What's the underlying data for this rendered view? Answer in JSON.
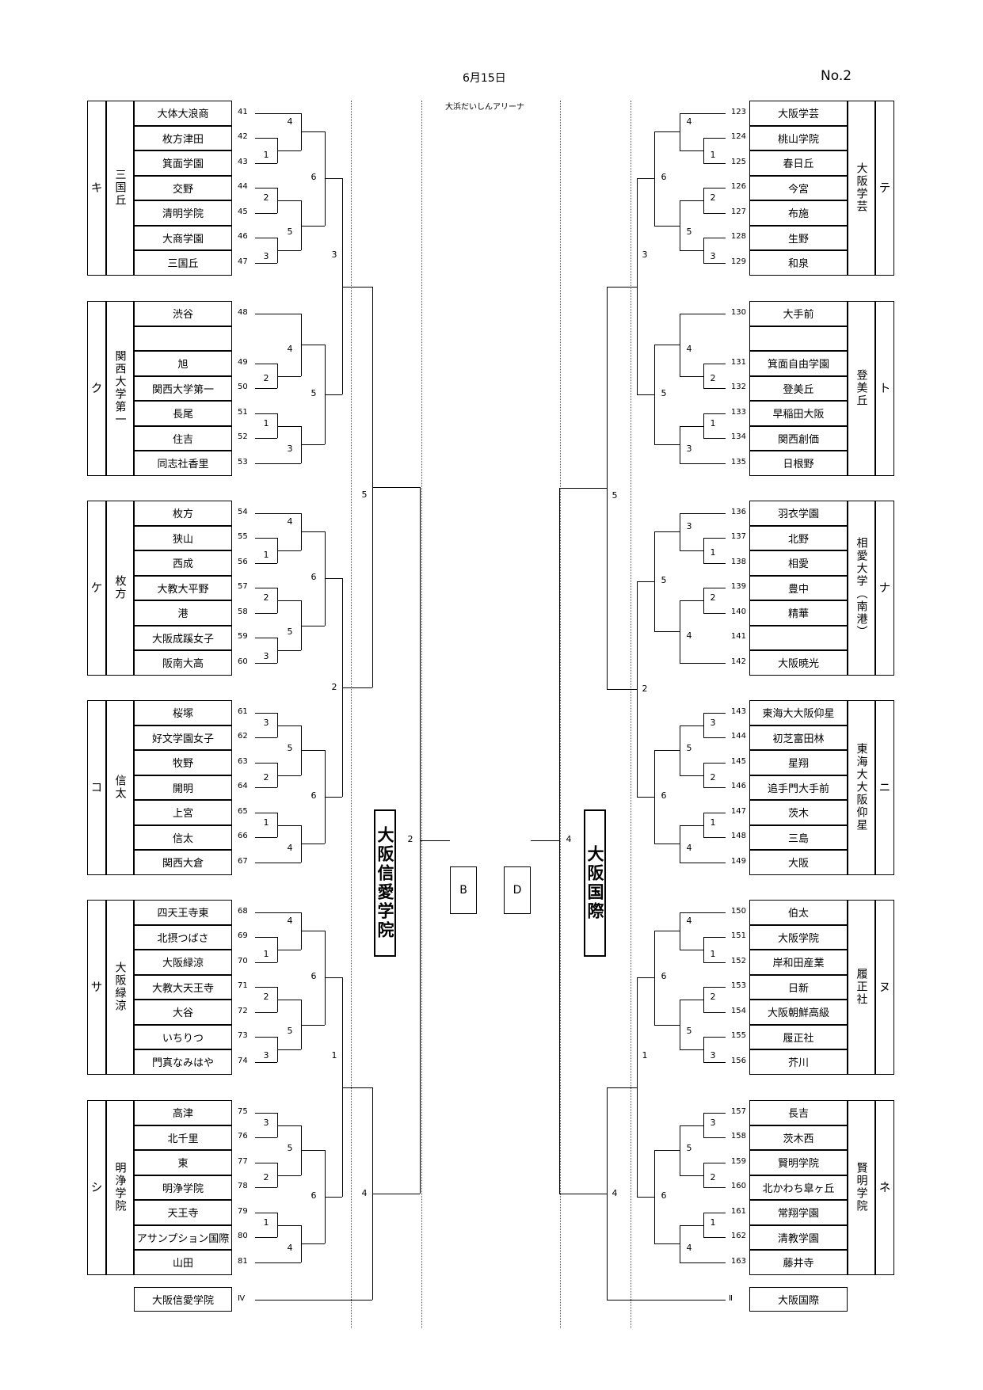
{
  "header": {
    "date": "6月15日",
    "page": "No.2",
    "venue": "大浜だいしんアリーナ"
  },
  "left_groups": [
    {
      "letter": "キ",
      "host": "三国丘",
      "teams": [
        [
          "41",
          "大体大浪商"
        ],
        [
          "42",
          "枚方津田"
        ],
        [
          "43",
          "箕面学園"
        ],
        [
          "44",
          "交野"
        ],
        [
          "45",
          "清明学院"
        ],
        [
          "46",
          "大商学園"
        ],
        [
          "47",
          "三国丘"
        ]
      ],
      "rounds": [
        "4",
        "1",
        "6",
        "2",
        "5",
        "3"
      ]
    },
    {
      "letter": "ク",
      "host": "関西大学第一",
      "teams": [
        [
          "48",
          "渋谷"
        ],
        [
          "",
          ""
        ],
        [
          "49",
          "旭"
        ],
        [
          "50",
          "関西大学第一"
        ],
        [
          "51",
          "長尾"
        ],
        [
          "52",
          "住吉"
        ],
        [
          "53",
          "同志社香里"
        ]
      ],
      "rounds": [
        "4",
        "2",
        "5",
        "1",
        "3"
      ]
    },
    {
      "letter": "ケ",
      "host": "枚方",
      "teams": [
        [
          "54",
          "枚方"
        ],
        [
          "55",
          "狭山"
        ],
        [
          "56",
          "西成"
        ],
        [
          "57",
          "大教大平野"
        ],
        [
          "58",
          "港"
        ],
        [
          "59",
          "大阪成蹊女子"
        ],
        [
          "60",
          "阪南大高"
        ]
      ],
      "rounds": [
        "4",
        "1",
        "6",
        "2",
        "5",
        "3"
      ]
    },
    {
      "letter": "コ",
      "host": "信太",
      "teams": [
        [
          "61",
          "桜塚"
        ],
        [
          "62",
          "好文学園女子"
        ],
        [
          "63",
          "牧野"
        ],
        [
          "64",
          "開明"
        ],
        [
          "65",
          "上宮"
        ],
        [
          "66",
          "信太"
        ],
        [
          "67",
          "関西大倉"
        ]
      ],
      "rounds": [
        "3",
        "5",
        "2",
        "6",
        "1",
        "4"
      ]
    },
    {
      "letter": "サ",
      "host": "大阪緑涼",
      "teams": [
        [
          "68",
          "四天王寺東"
        ],
        [
          "69",
          "北摂つばさ"
        ],
        [
          "70",
          "大阪緑涼"
        ],
        [
          "71",
          "大教大天王寺"
        ],
        [
          "72",
          "大谷"
        ],
        [
          "73",
          "いちりつ"
        ],
        [
          "74",
          "門真なみはや"
        ]
      ],
      "rounds": [
        "4",
        "1",
        "6",
        "2",
        "5",
        "3"
      ]
    },
    {
      "letter": "シ",
      "host": "明浄学院",
      "teams": [
        [
          "75",
          "高津"
        ],
        [
          "76",
          "北千里"
        ],
        [
          "77",
          "東"
        ],
        [
          "78",
          "明浄学院"
        ],
        [
          "79",
          "天王寺"
        ],
        [
          "80",
          "アサンプション国際"
        ],
        [
          "81",
          "山田"
        ]
      ],
      "rounds": [
        "3",
        "5",
        "2",
        "6",
        "1",
        "4"
      ]
    }
  ],
  "right_groups": [
    {
      "letter": "テ",
      "host": "大阪学芸",
      "teams": [
        [
          "123",
          "大阪学芸"
        ],
        [
          "124",
          "桃山学院"
        ],
        [
          "125",
          "春日丘"
        ],
        [
          "126",
          "今宮"
        ],
        [
          "127",
          "布施"
        ],
        [
          "128",
          "生野"
        ],
        [
          "129",
          "和泉"
        ]
      ],
      "rounds": [
        "4",
        "1",
        "6",
        "2",
        "5",
        "3"
      ]
    },
    {
      "letter": "ト",
      "host": "登美丘",
      "teams": [
        [
          "130",
          "大手前"
        ],
        [
          "",
          ""
        ],
        [
          "131",
          "箕面自由学園"
        ],
        [
          "132",
          "登美丘"
        ],
        [
          "133",
          "早稲田大阪"
        ],
        [
          "134",
          "関西創価"
        ],
        [
          "135",
          "日根野"
        ]
      ],
      "rounds": [
        "4",
        "2",
        "5",
        "1",
        "3"
      ]
    },
    {
      "letter": "ナ",
      "host": "相愛大学（南港）",
      "teams": [
        [
          "136",
          "羽衣学園"
        ],
        [
          "137",
          "北野"
        ],
        [
          "138",
          "相愛"
        ],
        [
          "139",
          "豊中"
        ],
        [
          "140",
          "精華"
        ],
        [
          "141",
          ""
        ],
        [
          "142",
          "大阪暁光"
        ]
      ],
      "rounds": [
        "3",
        "1",
        "5",
        "2",
        "4"
      ]
    },
    {
      "letter": "ニ",
      "host": "東海大大阪仰星",
      "teams": [
        [
          "143",
          "東海大大阪仰星"
        ],
        [
          "144",
          "初芝富田林"
        ],
        [
          "145",
          "星翔"
        ],
        [
          "146",
          "追手門大手前"
        ],
        [
          "147",
          "茨木"
        ],
        [
          "148",
          "三島"
        ],
        [
          "149",
          "大阪"
        ]
      ],
      "rounds": [
        "3",
        "5",
        "2",
        "6",
        "1",
        "4"
      ]
    },
    {
      "letter": "ヌ",
      "host": "履正社",
      "teams": [
        [
          "150",
          "伯太"
        ],
        [
          "151",
          "大阪学院"
        ],
        [
          "152",
          "岸和田産業"
        ],
        [
          "153",
          "日新"
        ],
        [
          "154",
          "大阪朝鮮高級"
        ],
        [
          "155",
          "履正社"
        ],
        [
          "156",
          "芥川"
        ]
      ],
      "rounds": [
        "4",
        "1",
        "6",
        "2",
        "5",
        "3"
      ]
    },
    {
      "letter": "ネ",
      "host": "賢明学院",
      "teams": [
        [
          "157",
          "長吉"
        ],
        [
          "158",
          "茨木西"
        ],
        [
          "159",
          "賢明学院"
        ],
        [
          "160",
          "北かわち皐ヶ丘"
        ],
        [
          "161",
          "常翔学園"
        ],
        [
          "162",
          "清教学園"
        ],
        [
          "163",
          "藤井寺"
        ]
      ],
      "rounds": [
        "3",
        "5",
        "2",
        "6",
        "1",
        "4"
      ]
    }
  ],
  "left_upper_rounds": [
    "3",
    "2",
    "5",
    "1",
    "4"
  ],
  "right_upper_rounds": [
    "3",
    "2",
    "5",
    "1",
    "4"
  ],
  "left_seed": {
    "name": "大阪信愛学院",
    "mark": "Ⅳ"
  },
  "right_seed": {
    "name": "大阪国際",
    "mark": "Ⅱ"
  },
  "left_host": "大阪信愛学院",
  "right_host": "大阪国際",
  "final": {
    "left_box": "B",
    "right_box": "D",
    "left_round": "2",
    "right_round": "4"
  }
}
